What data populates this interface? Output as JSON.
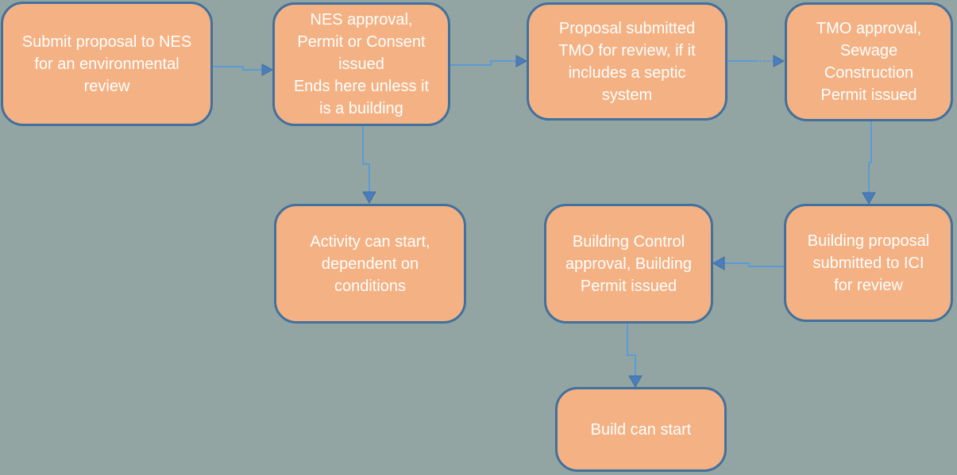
{
  "canvas": {
    "background": "#93A5A3"
  },
  "style": {
    "node_fill": "#F4B183",
    "node_border": "#41719C",
    "text_color": "#FFFFFF",
    "connector_color": "#5B9BD5",
    "arrowhead_color": "#4B7DBE"
  },
  "diagram": {
    "type": "flowchart",
    "nodes": [
      {
        "id": "submit-proposal",
        "label": "Submit proposal to NES\nfor an environmental\nreview"
      },
      {
        "id": "nes-approval",
        "label": "NES approval,\nPermit or Consent\nissued\nEnds here unless it\nis a building"
      },
      {
        "id": "proposal-submitted-tmo",
        "label": "Proposal submitted\nTMO for review, if it\nincludes a septic\nsystem"
      },
      {
        "id": "tmo-approval",
        "label": "TMO approval,\nSewage\nConstruction\nPermit issued"
      },
      {
        "id": "activity-can-start",
        "label": "Activity can start,\ndependent on\nconditions"
      },
      {
        "id": "building-control-approval",
        "label": "Building Control\napproval, Building\nPermit issued"
      },
      {
        "id": "building-proposal-ici",
        "label": "Building proposal\nsubmitted to ICI\nfor review"
      },
      {
        "id": "build-can-start",
        "label": "Build can start"
      }
    ],
    "edges": [
      {
        "from": "submit-proposal",
        "to": "nes-approval"
      },
      {
        "from": "nes-approval",
        "to": "proposal-submitted-tmo"
      },
      {
        "from": "proposal-submitted-tmo",
        "to": "tmo-approval"
      },
      {
        "from": "nes-approval",
        "to": "activity-can-start"
      },
      {
        "from": "tmo-approval",
        "to": "building-proposal-ici"
      },
      {
        "from": "building-proposal-ici",
        "to": "building-control-approval"
      },
      {
        "from": "building-control-approval",
        "to": "build-can-start"
      }
    ]
  }
}
